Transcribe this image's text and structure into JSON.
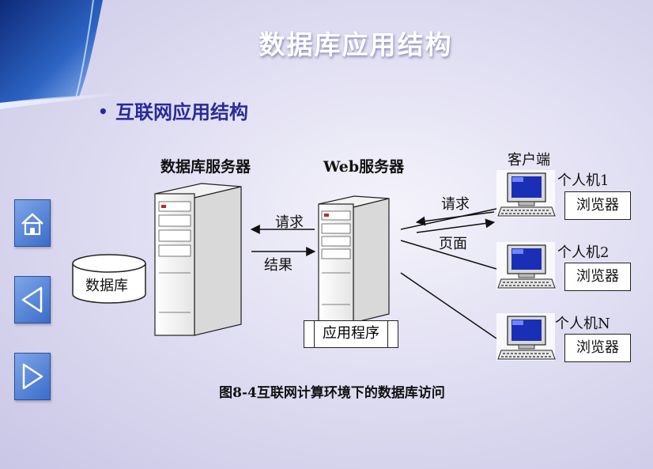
{
  "slide": {
    "title": "数据库应用结构",
    "bullet": "互联网应用结构",
    "caption": "图8-4互联网计算环境下的数据库访问"
  },
  "nav": {
    "home_icon": "home-icon",
    "prev_icon": "triangle-left-icon",
    "next_icon": "triangle-right-icon"
  },
  "diagram": {
    "db_server_label": "数据库服务器",
    "web_server_label": "Web服务器",
    "client_label": "客户端",
    "database_label": "数据库",
    "request_label_1": "请求",
    "result_label": "结果",
    "request_label_2": "请求",
    "page_label": "页面",
    "app_label": "应用程序",
    "clients": [
      {
        "name": "个人机1",
        "browser": "浏览器"
      },
      {
        "name": "个人机2",
        "browser": "浏览器"
      },
      {
        "name": "个人机N",
        "browser": "浏览器"
      }
    ]
  },
  "colors": {
    "title": "#ffffff",
    "bullet": "#2a2a9a",
    "nav_button": "#3b6cc9",
    "swoosh": "#1c3a8a"
  }
}
